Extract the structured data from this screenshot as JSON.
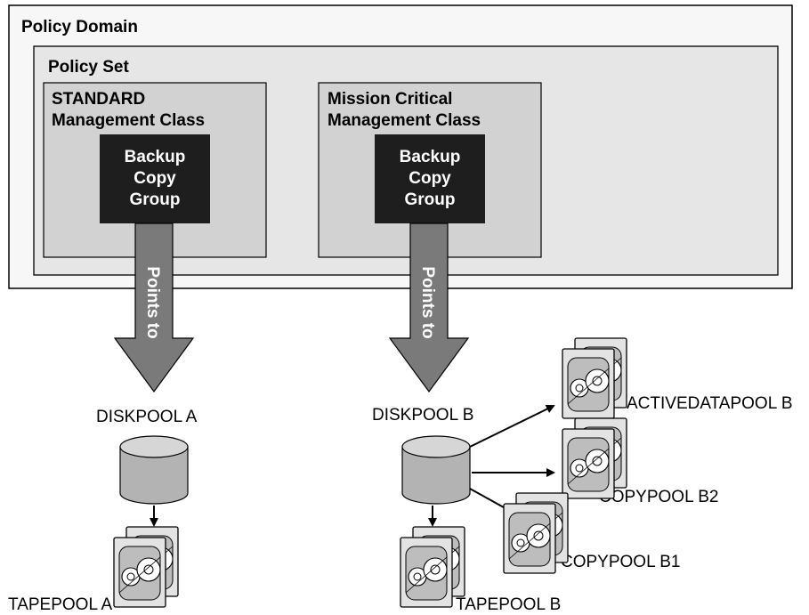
{
  "domain": {
    "title": "Policy Domain"
  },
  "policy_set": {
    "title": "Policy Set"
  },
  "classes": [
    {
      "name_line1": "STANDARD",
      "name_line2": "Management Class",
      "group_lines": [
        "Backup",
        "Copy",
        "Group"
      ],
      "arrow_label": "Points to"
    },
    {
      "name_line1": "Mission Critical",
      "name_line2": "Management Class",
      "group_lines": [
        "Backup",
        "Copy",
        "Group"
      ],
      "arrow_label": "Points to"
    }
  ],
  "pools": {
    "diskpool_a": "DISKPOOL A",
    "tapepool_a": "TAPEPOOL A",
    "diskpool_b": "DISKPOOL B",
    "tapepool_b": "TAPEPOOL B",
    "activedatapool_b": "ACTIVEDATAPOOL B",
    "copypool_b2": "COPYPOOL B2",
    "copypool_b1": "COPYPOOL B1"
  },
  "colors": {
    "domain_fill": "#f7f7f7",
    "set_fill": "#e6e6e6",
    "class_fill": "#d2d2d2",
    "group_fill": "#1e1e1e",
    "arrow_fill": "#7a7a7a",
    "cylinder_fill": "#b3b3b3",
    "cylinder_top": "#d6d6d6"
  },
  "icons": {
    "disk": "disk-cylinder-icon",
    "tape": "tape-cartridge-icon"
  }
}
